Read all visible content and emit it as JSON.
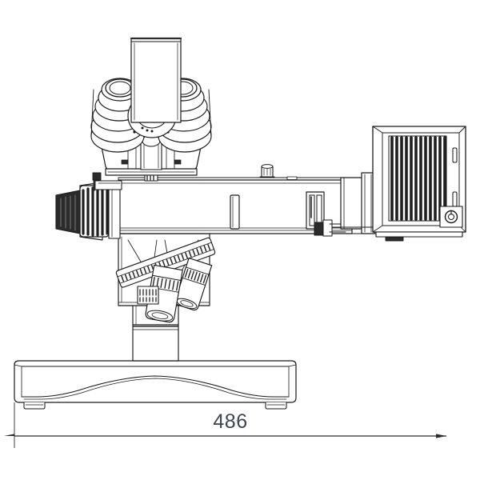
{
  "drawing": {
    "title": "Microscope Side Elevation Technical Drawing",
    "type": "engineering-line-drawing",
    "subject": "upright metallurgical microscope with binocular head, horizontal illuminator tube, lamphouse and base",
    "background_color": "#ffffff",
    "line_color": "#1a1a1a",
    "fill_color": "#ffffff",
    "shade_color": "#2b2b2b",
    "dimension_text_color": "#3c4355",
    "units_note": "millimetres (implied, unlabeled)"
  },
  "dimensions": {
    "overall_width": {
      "label": "486",
      "value": 486,
      "orientation": "horizontal",
      "arrow_style": "filled-both-ends",
      "position": "below-base"
    }
  },
  "components": [
    {
      "name": "photo-tube",
      "label": "Vertical trinocular photo tube",
      "position": "top-center"
    },
    {
      "name": "binocular-head",
      "label": "Binocular observation head with two eyepiece barrels",
      "position": "upper-center"
    },
    {
      "name": "eyepiece-left",
      "label": "Left eyepiece",
      "position": "upper-left-of-head"
    },
    {
      "name": "eyepiece-right",
      "label": "Right eyepiece",
      "position": "upper-right-of-head"
    },
    {
      "name": "focus-knob",
      "label": "Coarse and fine focus knob",
      "position": "left-side"
    },
    {
      "name": "illuminator-tube",
      "label": "Horizontal epi-illuminator tube",
      "position": "center-right"
    },
    {
      "name": "filter-slider",
      "label": "Filter slider",
      "position": "right-of-tube"
    },
    {
      "name": "top-knob",
      "label": "Small adjustment knob on tube",
      "position": "top-of-tube"
    },
    {
      "name": "lamphouse",
      "label": "Lamphouse with cooling fins",
      "position": "far-right"
    },
    {
      "name": "lamphouse-knob",
      "label": "Lamp centering knob",
      "position": "lamphouse-bottom-right"
    },
    {
      "name": "nosepiece",
      "label": "Revolving nosepiece with knurled ring",
      "position": "below-tube"
    },
    {
      "name": "objective-front",
      "label": "Objective lens (front)",
      "position": "below-nosepiece"
    },
    {
      "name": "objective-rear",
      "label": "Objective lens (rear)",
      "position": "below-nosepiece-right"
    },
    {
      "name": "column",
      "label": "Vertical support column",
      "position": "lower-center"
    },
    {
      "name": "base",
      "label": "Stand base with arched recess",
      "position": "bottom"
    },
    {
      "name": "foot-left",
      "label": "Left rubber foot",
      "position": "base-bottom-left"
    },
    {
      "name": "foot-right",
      "label": "Right rubber foot",
      "position": "base-bottom-right"
    }
  ]
}
